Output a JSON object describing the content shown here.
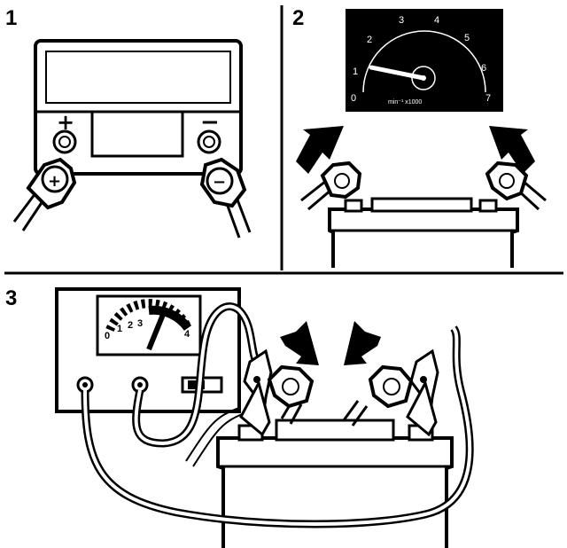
{
  "panels": [
    {
      "number": "1"
    },
    {
      "number": "2"
    },
    {
      "number": "3"
    }
  ],
  "battery_signs": {
    "plus": "+",
    "minus": "−"
  },
  "tachometer": {
    "scale": [
      "0",
      "1",
      "2",
      "3",
      "4",
      "5",
      "6",
      "7"
    ],
    "unit": "min⁻¹ x1000",
    "needle_value": 1
  },
  "charger_meter": {
    "scale": [
      "0",
      "1",
      "2",
      "3",
      "4"
    ],
    "needle_value": 2.6
  },
  "colors": {
    "ink": "#000000",
    "paper": "#ffffff"
  }
}
